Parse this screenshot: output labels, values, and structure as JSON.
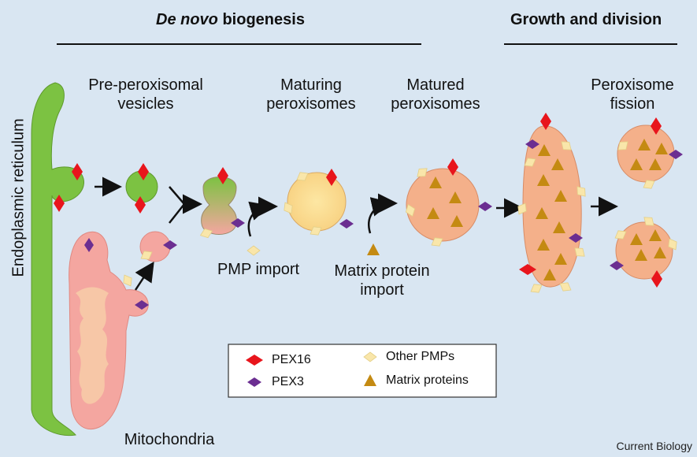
{
  "headers": {
    "de_novo_italic": "De novo",
    "de_novo_rest": " biogenesis",
    "growth": "Growth and division"
  },
  "labels": {
    "er": "Endoplasmic reticulum",
    "pre_vesicles_1": "Pre-peroxisomal",
    "pre_vesicles_2": "vesicles",
    "maturing_1": "Maturing",
    "maturing_2": "peroxisomes",
    "matured_1": "Matured",
    "matured_2": "peroxisomes",
    "fission_1": "Peroxisome",
    "fission_2": "fission",
    "pmp_import": "PMP import",
    "matrix_import_1": "Matrix protein",
    "matrix_import_2": "import",
    "mitochondria": "Mitochondria"
  },
  "legend": {
    "pex16": "PEX16",
    "pex3": "PEX3",
    "other_pmps": "Other PMPs",
    "matrix_proteins": "Matrix proteins"
  },
  "colors": {
    "background": "#d9e6f2",
    "er_green": "#7cc242",
    "peroxisome_orange": "#f4b08a",
    "mito_pink": "#f4a6a0",
    "pex16_red": "#e8151c",
    "pex3_purple": "#6b2e91",
    "pmp_yellow": "#f7e3a1",
    "matrix_gold": "#c48a12"
  },
  "credit": "Current Biology"
}
